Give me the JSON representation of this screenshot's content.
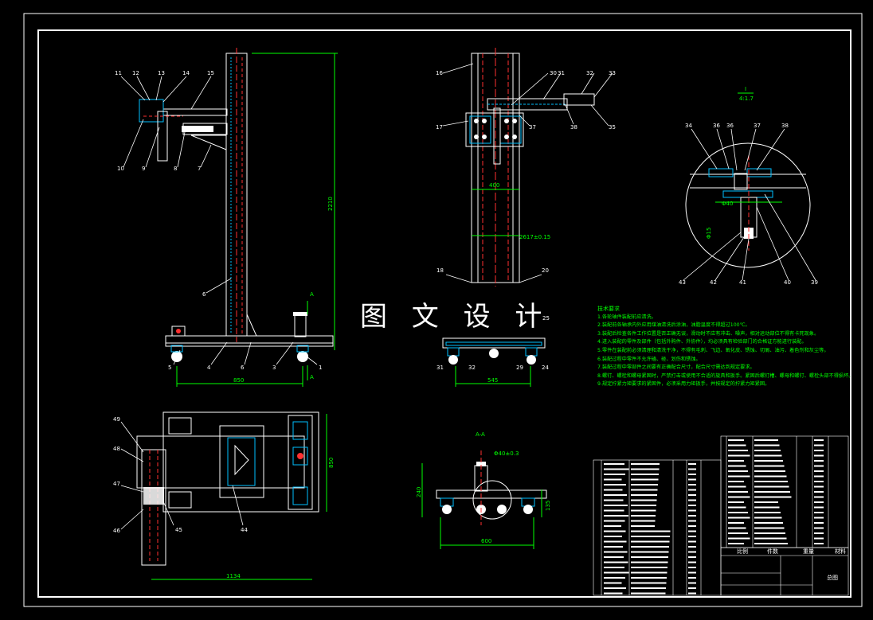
{
  "watermark": "图 文 设 计",
  "section_label": "A-A",
  "detail_label_top": "I",
  "detail_label_scale": "4:1.7",
  "view_label": "A",
  "front_view": {
    "callouts_top": [
      "11",
      "12",
      "13",
      "14",
      "15"
    ],
    "callouts_left": [
      "10",
      "9",
      "8",
      "7"
    ],
    "callouts_bottom": [
      "5",
      "4",
      "6",
      "3",
      "1"
    ],
    "callout_mid": "6",
    "dim_height": "2210",
    "dim_width": "850"
  },
  "side_view": {
    "callouts": [
      "16",
      "17",
      "30",
      "31",
      "32",
      "33",
      "38",
      "35",
      "37"
    ],
    "callouts_bottom": [
      "18",
      "20"
    ],
    "dim_a": "400",
    "dim_b": "2617±0.15"
  },
  "detail_view": {
    "callouts": [
      "34",
      "36",
      "36",
      "37",
      "38",
      "43",
      "42",
      "41",
      "40",
      "39"
    ],
    "dim_a": "Φ40",
    "dim_b": "Φ15"
  },
  "base_view": {
    "callouts": [
      "31",
      "32",
      "29",
      "24",
      "25"
    ],
    "dim": "545"
  },
  "plan_view": {
    "callouts_left": [
      "49",
      "48",
      "47",
      "46"
    ],
    "callouts_bottom": [
      "45",
      "44"
    ],
    "dim_width": "1134",
    "dim_height": "850"
  },
  "section_view": {
    "dim_top": "Φ40±0.3",
    "dim_left": "240",
    "dim_right": "135",
    "dim_bottom": "600"
  },
  "notes": {
    "title": "技术要求",
    "items": [
      "1.各轮轴件装配前应清洗。",
      "2.装配前各轴承内外应用煤油清洗后涂油，油脂温度不得超过100℃。",
      "3.装配后检查各件工作位置是否正确无误，滑动时不应有冲击、噪声，相对运动部位不得有卡死现象。",
      "4.进入装配的零件及部件（包括外购件、外协件），均必须具有检验部门的合格证方能进行装配。",
      "5.零件在装配前必须清理和清洗干净，不得有毛刺、飞边、氧化皮、锈蚀、切屑、油污、着色剂和灰尘等。",
      "6.装配过程中零件不允许磕、碰、划伤和锈蚀。",
      "7.装配过程中零部件之间要有正确配合尺寸，配合尺寸需达到规定要求。",
      "8.螺钉、螺栓和螺母紧固时，严禁打击或使用不合适的旋具和扳手。紧固后螺钉槽、螺母和螺钉、螺栓头部不得损坏。",
      "9.规定拧紧力矩要求的紧固件，必须采用力矩扳手，并按规定的拧紧力矩紧固。"
    ]
  },
  "title_block": {
    "scale_labels": [
      "比例",
      "件数",
      "重量",
      "材料"
    ],
    "name": "总图"
  },
  "colors": {
    "background": "#000000",
    "outline": "#ffffff",
    "dimension": "#00ff00",
    "part_red": "#ff3030",
    "part_cyan": "#00c0ff",
    "part_white": "#ffffff"
  }
}
